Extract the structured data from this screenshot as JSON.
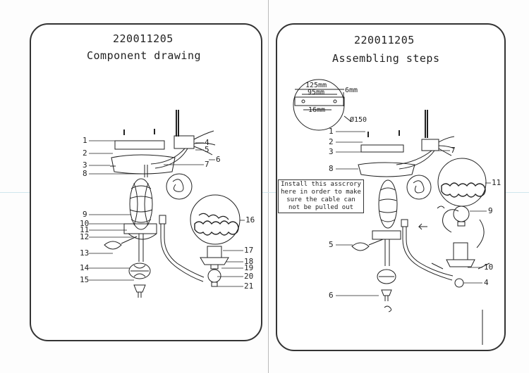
{
  "left": {
    "code": "220011205",
    "title": "Component drawing",
    "labels": [
      "1",
      "2",
      "3",
      "8",
      "9",
      "10",
      "11",
      "12",
      "13",
      "14",
      "15",
      "4",
      "5",
      "6",
      "7",
      "16",
      "17",
      "18",
      "19",
      "20",
      "21"
    ]
  },
  "right": {
    "code": "220011205",
    "title": "Assembling steps",
    "dims": {
      "d125": "125mm",
      "d95": "95mm",
      "d6": "6mm",
      "d16": "16mm",
      "d150": "Ø150"
    },
    "note": [
      "Install this asscrory",
      "here in order to make",
      "sure the cable can",
      "not be pulled out"
    ],
    "labels": [
      "1",
      "2",
      "3",
      "8",
      "5",
      "6",
      "7",
      "11",
      "9",
      "10",
      "4"
    ]
  }
}
